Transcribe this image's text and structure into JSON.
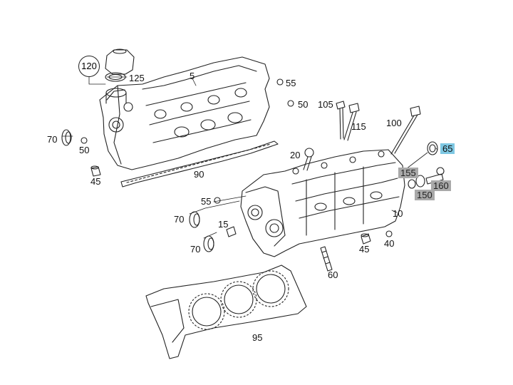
{
  "parts": {
    "p120": "120",
    "p125": "125",
    "p5": "5",
    "p55a": "55",
    "p50a": "50",
    "p105": "105",
    "p115": "115",
    "p100": "100",
    "p70a": "70",
    "p50b": "50",
    "p45a": "45",
    "p90": "90",
    "p20": "20",
    "p65": "65",
    "p155": "155",
    "p160": "160",
    "p150": "150",
    "p55b": "55",
    "p70b": "70",
    "p15": "15",
    "p10": "10",
    "p70c": "70",
    "p45b": "45",
    "p40": "40",
    "p60": "60",
    "p95": "95"
  },
  "colors": {
    "highlight_blue": "#7ec8e3",
    "highlight_gray": "#a9a9a9",
    "line": "#222222"
  }
}
